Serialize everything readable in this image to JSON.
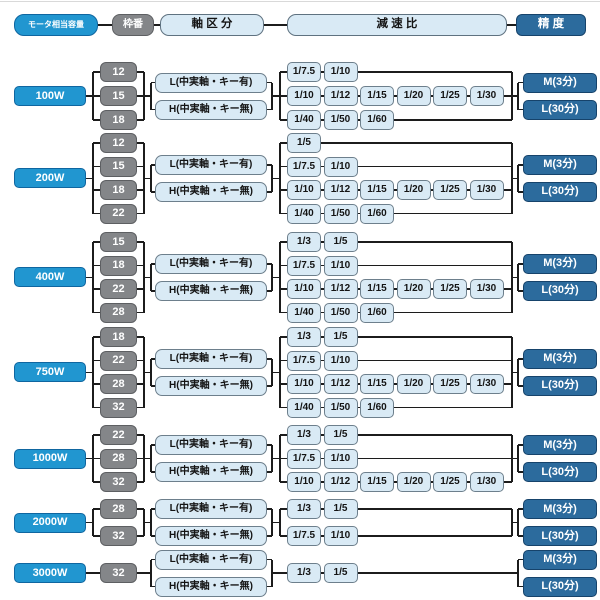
{
  "header": {
    "motor_label": "モータ相当容量",
    "frame_label": "枠番",
    "shaft_label": "軸 区 分",
    "ratio_label": "減 速 比",
    "precision_label": "精 度"
  },
  "shaft_types": [
    "L(中実軸・キー有)",
    "H(中実軸・キー無)"
  ],
  "precision_options": [
    "M(3分)",
    "L(30分)"
  ],
  "colors": {
    "motor_blue": "#2196d0",
    "frame_gray": "#848689",
    "light_blue": "#d9eaf5",
    "precision_dark_blue": "#2c6b9d",
    "line": "#1c1c1c"
  },
  "sections": [
    {
      "motor": "100W",
      "frames": [
        "12",
        "15",
        "18"
      ],
      "ratio_rows": [
        [
          "1/7.5",
          "1/10"
        ],
        [
          "1/10",
          "1/12",
          "1/15",
          "1/20",
          "1/25",
          "1/30"
        ],
        [
          "1/40",
          "1/50",
          "1/60"
        ]
      ]
    },
    {
      "motor": "200W",
      "frames": [
        "12",
        "15",
        "18",
        "22"
      ],
      "ratio_rows": [
        [
          "1/5"
        ],
        [
          "1/7.5",
          "1/10"
        ],
        [
          "1/10",
          "1/12",
          "1/15",
          "1/20",
          "1/25",
          "1/30"
        ],
        [
          "1/40",
          "1/50",
          "1/60"
        ]
      ]
    },
    {
      "motor": "400W",
      "frames": [
        "15",
        "18",
        "22",
        "28"
      ],
      "ratio_rows": [
        [
          "1/3",
          "1/5"
        ],
        [
          "1/7.5",
          "1/10"
        ],
        [
          "1/10",
          "1/12",
          "1/15",
          "1/20",
          "1/25",
          "1/30"
        ],
        [
          "1/40",
          "1/50",
          "1/60"
        ]
      ]
    },
    {
      "motor": "750W",
      "frames": [
        "18",
        "22",
        "28",
        "32"
      ],
      "ratio_rows": [
        [
          "1/3",
          "1/5"
        ],
        [
          "1/7.5",
          "1/10"
        ],
        [
          "1/10",
          "1/12",
          "1/15",
          "1/20",
          "1/25",
          "1/30"
        ],
        [
          "1/40",
          "1/50",
          "1/60"
        ]
      ]
    },
    {
      "motor": "1000W",
      "frames": [
        "22",
        "28",
        "32"
      ],
      "ratio_rows": [
        [
          "1/3",
          "1/5"
        ],
        [
          "1/7.5",
          "1/10"
        ],
        [
          "1/10",
          "1/12",
          "1/15",
          "1/20",
          "1/25",
          "1/30"
        ]
      ]
    },
    {
      "motor": "2000W",
      "frames": [
        "28",
        "32"
      ],
      "ratio_rows": [
        [
          "1/3",
          "1/5"
        ],
        [
          "1/7.5",
          "1/10"
        ]
      ]
    },
    {
      "motor": "3000W",
      "frames": [
        "32"
      ],
      "ratio_rows": [
        [
          "1/3",
          "1/5"
        ]
      ]
    }
  ]
}
